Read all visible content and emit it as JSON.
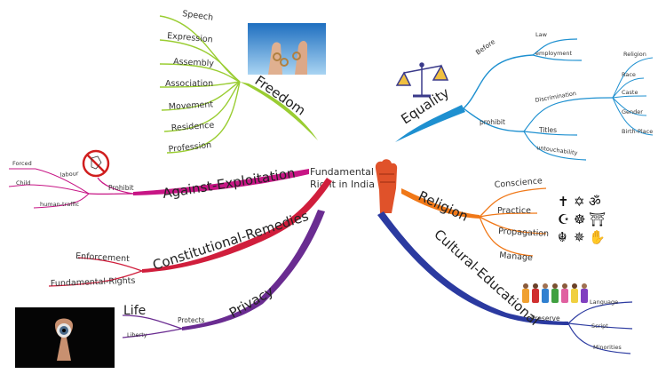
{
  "center": {
    "line1": "Fundamental",
    "line2": "Right in India"
  },
  "colors": {
    "freedom": "#9acd32",
    "equality": "#1e90d0",
    "exploitation": "#c71585",
    "remedies": "#d01e3c",
    "privacy": "#6a2c91",
    "religion": "#f07818",
    "cultural": "#2b3aa0",
    "fist": "#e0522a"
  },
  "freedom": {
    "label": "Freedom",
    "items": [
      "Speech",
      "Expression",
      "Assembly",
      "Association",
      "Movement",
      "Residence",
      "Profession"
    ]
  },
  "equality": {
    "label": "Equality",
    "before": {
      "label": "Before",
      "items": [
        "Law",
        "employment"
      ]
    },
    "prohibit": {
      "label": "prohibit",
      "discrimination": {
        "label": "Discrimination",
        "items": [
          "Religion",
          "Race",
          "Caste",
          "Gender",
          "Birth-Place"
        ]
      },
      "titles": "Titles",
      "untouchability": "untouchability"
    }
  },
  "exploitation": {
    "label": "Against-Exploitation",
    "prohibit": "Prohibit",
    "labour": {
      "label": "labour",
      "items": [
        "Forced",
        "Child"
      ]
    },
    "traffic": "human-traffic"
  },
  "remedies": {
    "label": "Constitutional-Remedies",
    "items": [
      "Enforcement",
      "Fundamental-Rights"
    ]
  },
  "privacy": {
    "label": "Privacy",
    "protects": "Protects",
    "items": [
      "Life",
      "Liberty"
    ]
  },
  "religion": {
    "label": "Religion",
    "items": [
      "Conscience",
      "Practice",
      "Propagation",
      "Manage"
    ]
  },
  "cultural": {
    "label": "Cultural-Educational",
    "preserve": "Preserve",
    "items": [
      "Language",
      "Script",
      "Minorities"
    ]
  },
  "icons": {
    "fist": "raised-fist-icon",
    "scales": "scales-of-justice-icon",
    "chains": "broken-chains-icon",
    "no_labour": "no-child-labour-icon",
    "keyhole": "keyhole-eye-icon",
    "religion_symbols": "religious-symbols-icon",
    "people": "diverse-people-icon"
  }
}
